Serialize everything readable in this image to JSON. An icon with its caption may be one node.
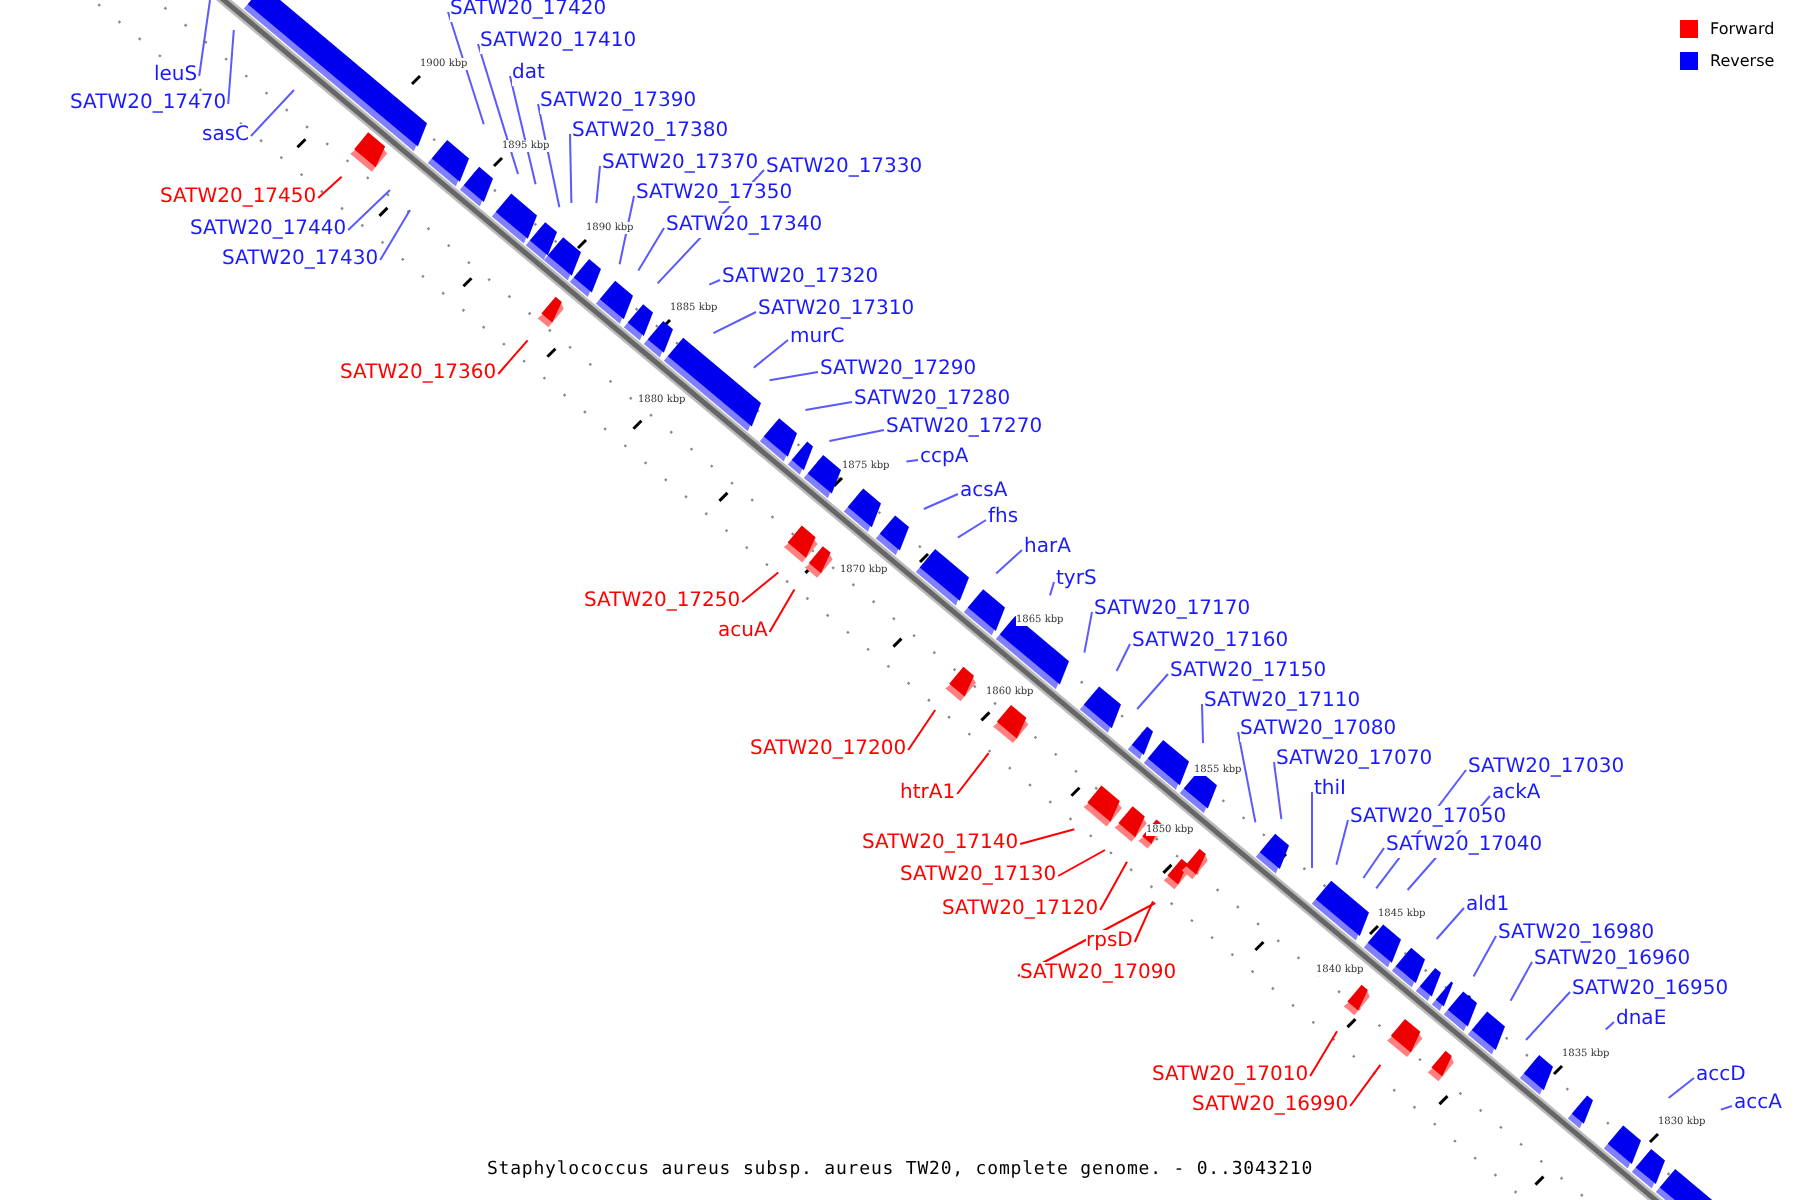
{
  "diagram": {
    "caption": "Staphylococcus aureus subsp. aureus TW20, complete genome. - 0..3043210",
    "nodes": [
      {
        "text": [
          "SATW20_17420"
        ]
      },
      {
        "text": [
          "SATW20_17410"
        ]
      },
      {
        "text": [
          "leuS"
        ]
      },
      {
        "text": [
          "dat"
        ]
      },
      {
        "text": [
          "SATW20_17470"
        ]
      },
      {
        "text": [
          "SATW20_17390"
        ]
      },
      {
        "text": [
          "SATW20_17380"
        ]
      },
      {
        "text": [
          "sasC"
        ]
      },
      {
        "text": [
          "SATW20_17370"
        ]
      },
      {
        "text": [
          "SATW20_17330"
        ]
      },
      {
        "text": [
          "SATW20_17350"
        ]
      },
      {
        "text": [
          "SATW20_17450"
        ]
      },
      {
        "text": [
          "SATW20_17340"
        ]
      },
      {
        "text": [
          "SATW20_17440"
        ]
      },
      {
        "text": [
          "SATW20_17430"
        ]
      },
      {
        "text": [
          "SATW20_17320"
        ]
      },
      {
        "text": [
          "SATW20_17310"
        ]
      },
      {
        "text": [
          "murC"
        ]
      },
      {
        "text": [
          "SATW20_17290"
        ]
      },
      {
        "text": [
          "SATW20_17360"
        ]
      },
      {
        "text": [
          "SATW20_17280"
        ]
      },
      {
        "text": [
          "SATW20_17270"
        ]
      },
      {
        "text": [
          "ccpA"
        ]
      },
      {
        "text": [
          "acsA"
        ]
      },
      {
        "text": [
          "fhs"
        ]
      },
      {
        "text": [
          "harA"
        ]
      },
      {
        "text": [
          "tyrS"
        ]
      },
      {
        "text": [
          "SATW20_17250"
        ]
      },
      {
        "text": [
          "SATW20_17170"
        ]
      },
      {
        "text": [
          "acuA"
        ]
      },
      {
        "text": [
          "SATW20_17160"
        ]
      },
      {
        "text": [
          "SATW20_17150"
        ]
      },
      {
        "text": [
          "SATW20_17110"
        ]
      },
      {
        "text": [
          "SATW20_17080"
        ]
      },
      {
        "text": [
          "SATW20_17200"
        ]
      },
      {
        "text": [
          "SATW20_17070"
        ]
      },
      {
        "text": [
          "SATW20_17030"
        ]
      },
      {
        "text": [
          "thiI"
        ]
      },
      {
        "text": [
          "htrA1"
        ]
      },
      {
        "text": [
          "ackA"
        ]
      },
      {
        "text": [
          "SATW20_17050"
        ]
      },
      {
        "text": [
          "SATW20_17140"
        ]
      },
      {
        "text": [
          "SATW20_17040"
        ]
      },
      {
        "text": [
          "SATW20_17130"
        ]
      },
      {
        "text": [
          "ald1"
        ]
      },
      {
        "text": [
          "SATW20_17120"
        ]
      },
      {
        "text": [
          "SATW20_16980"
        ]
      },
      {
        "text": [
          "rpsD"
        ]
      },
      {
        "text": [
          "SATW20_16960"
        ]
      },
      {
        "text": [
          "SATW20_17090"
        ]
      },
      {
        "text": [
          "SATW20_16950"
        ]
      },
      {
        "text": [
          "dnaE"
        ]
      },
      {
        "text": [
          "SATW20_17010"
        ]
      },
      {
        "text": [
          "accD"
        ]
      },
      {
        "text": [
          "SATW20_16990"
        ]
      },
      {
        "text": [
          "accA"
        ]
      }
    ],
    "edges": [
      {
        "from": 0,
        "to": null,
        "arrow": "none"
      },
      {
        "from": 1,
        "to": null,
        "arrow": "none"
      },
      {
        "from": 2,
        "to": null,
        "arrow": "none"
      },
      {
        "from": 3,
        "to": null,
        "arrow": "none"
      },
      {
        "from": 4,
        "to": null,
        "arrow": "none"
      },
      {
        "from": 5,
        "to": null,
        "arrow": "none"
      },
      {
        "from": 6,
        "to": null,
        "arrow": "none"
      },
      {
        "from": 7,
        "to": null,
        "arrow": "none"
      },
      {
        "from": 8,
        "to": null,
        "arrow": "none"
      },
      {
        "from": 9,
        "to": null,
        "arrow": "none"
      },
      {
        "from": 10,
        "to": null,
        "arrow": "none"
      },
      {
        "from": 11,
        "to": null,
        "arrow": "none",
        "color": "#ff0000"
      },
      {
        "from": 12,
        "to": null,
        "arrow": "none"
      },
      {
        "from": 13,
        "to": null,
        "arrow": "none"
      },
      {
        "from": 14,
        "to": null,
        "arrow": "none"
      },
      {
        "from": 15,
        "to": null,
        "arrow": "none"
      },
      {
        "from": 16,
        "to": null,
        "arrow": "none"
      },
      {
        "from": 17,
        "to": null,
        "arrow": "none"
      },
      {
        "from": 18,
        "to": null,
        "arrow": "none"
      },
      {
        "from": 19,
        "to": null,
        "arrow": "none",
        "color": "#ff0000"
      },
      {
        "from": 20,
        "to": null,
        "arrow": "none"
      },
      {
        "from": 21,
        "to": null,
        "arrow": "none"
      },
      {
        "from": 22,
        "to": null,
        "arrow": "none"
      },
      {
        "from": 23,
        "to": null,
        "arrow": "none"
      },
      {
        "from": 24,
        "to": null,
        "arrow": "none"
      },
      {
        "from": 25,
        "to": null,
        "arrow": "none"
      },
      {
        "from": 26,
        "to": null,
        "arrow": "none"
      },
      {
        "from": 27,
        "to": null,
        "arrow": "none",
        "color": "#ff0000"
      },
      {
        "from": 28,
        "to": null,
        "arrow": "none"
      },
      {
        "from": 29,
        "to": null,
        "arrow": "none",
        "color": "#ff0000"
      },
      {
        "from": 30,
        "to": null,
        "arrow": "none"
      },
      {
        "from": 31,
        "to": null,
        "arrow": "none"
      },
      {
        "from": 32,
        "to": null,
        "arrow": "none"
      },
      {
        "from": 33,
        "to": null,
        "arrow": "none"
      },
      {
        "from": 34,
        "to": null,
        "arrow": "none",
        "color": "#ff0000"
      },
      {
        "from": 35,
        "to": null,
        "arrow": "none"
      },
      {
        "from": 36,
        "to": null,
        "arrow": "none"
      },
      {
        "from": 37,
        "to": null,
        "arrow": "none"
      },
      {
        "from": 38,
        "to": null,
        "arrow": "none",
        "color": "#ff0000"
      },
      {
        "from": 39,
        "to": null,
        "arrow": "none"
      },
      {
        "from": 40,
        "to": null,
        "arrow": "none"
      },
      {
        "from": 41,
        "to": null,
        "arrow": "none",
        "color": "#ff0000"
      },
      {
        "from": 42,
        "to": null,
        "arrow": "none"
      },
      {
        "from": 43,
        "to": null,
        "arrow": "none",
        "color": "#ff0000"
      },
      {
        "from": 44,
        "to": null,
        "arrow": "none"
      },
      {
        "from": 45,
        "to": null,
        "arrow": "none",
        "color": "#ff0000"
      },
      {
        "from": 46,
        "to": null,
        "arrow": "none"
      },
      {
        "from": 47,
        "to": null,
        "arrow": "none",
        "color": "#ff0000"
      },
      {
        "from": 48,
        "to": null,
        "arrow": "none"
      },
      {
        "from": 49,
        "to": null,
        "arrow": "none",
        "color": "#ff0000"
      },
      {
        "from": 50,
        "to": null,
        "arrow": "none"
      },
      {
        "from": 51,
        "to": null,
        "arrow": "none"
      },
      {
        "from": 52,
        "to": null,
        "arrow": "none",
        "color": "#ff0000"
      },
      {
        "from": 53,
        "to": null,
        "arrow": "none"
      },
      {
        "from": 54,
        "to": null,
        "arrow": "none",
        "color": "#ff0000"
      },
      {
        "from": 55,
        "to": null,
        "arrow": "none"
      }
    ],
    "labels": [
      "1900 kbp",
      "1895 kbp",
      "1890 kbp",
      "1885 kbp",
      "1880 kbp",
      "1875 kbp",
      "1870 kbp",
      "1865 kbp",
      "1860 kbp",
      "1855 kbp",
      "1850 kbp",
      "1845 kbp",
      "1840 kbp",
      "1835 kbp",
      "1830 kbp"
    ],
    "legend": [
      {
        "text": "Forward",
        "color": "#ff0000"
      },
      {
        "text": "Reverse",
        "color": "#0000ff"
      }
    ]
  }
}
